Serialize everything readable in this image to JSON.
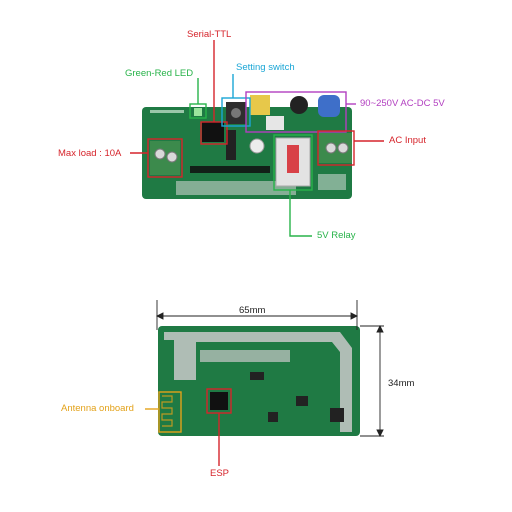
{
  "colors": {
    "board": "#1f7a44",
    "board_dark": "#155c32",
    "red": "#d6242b",
    "green": "#28b34a",
    "cyan": "#1aa6d6",
    "magenta": "#b23fc0",
    "orange": "#e3a21a",
    "text_dark": "#222222"
  },
  "labels": {
    "serial_ttl": "Serial-TTL",
    "green_red_led": "Green-Red LED",
    "setting_switch": "Setting switch",
    "ac_dc": "90~250V AC-DC 5V",
    "ac_input": "AC Input",
    "max_load": "Max load : 10A",
    "relay": "5V Relay",
    "width": "65mm",
    "height": "34mm",
    "antenna": "Antenna onboard",
    "esp": "ESP"
  }
}
